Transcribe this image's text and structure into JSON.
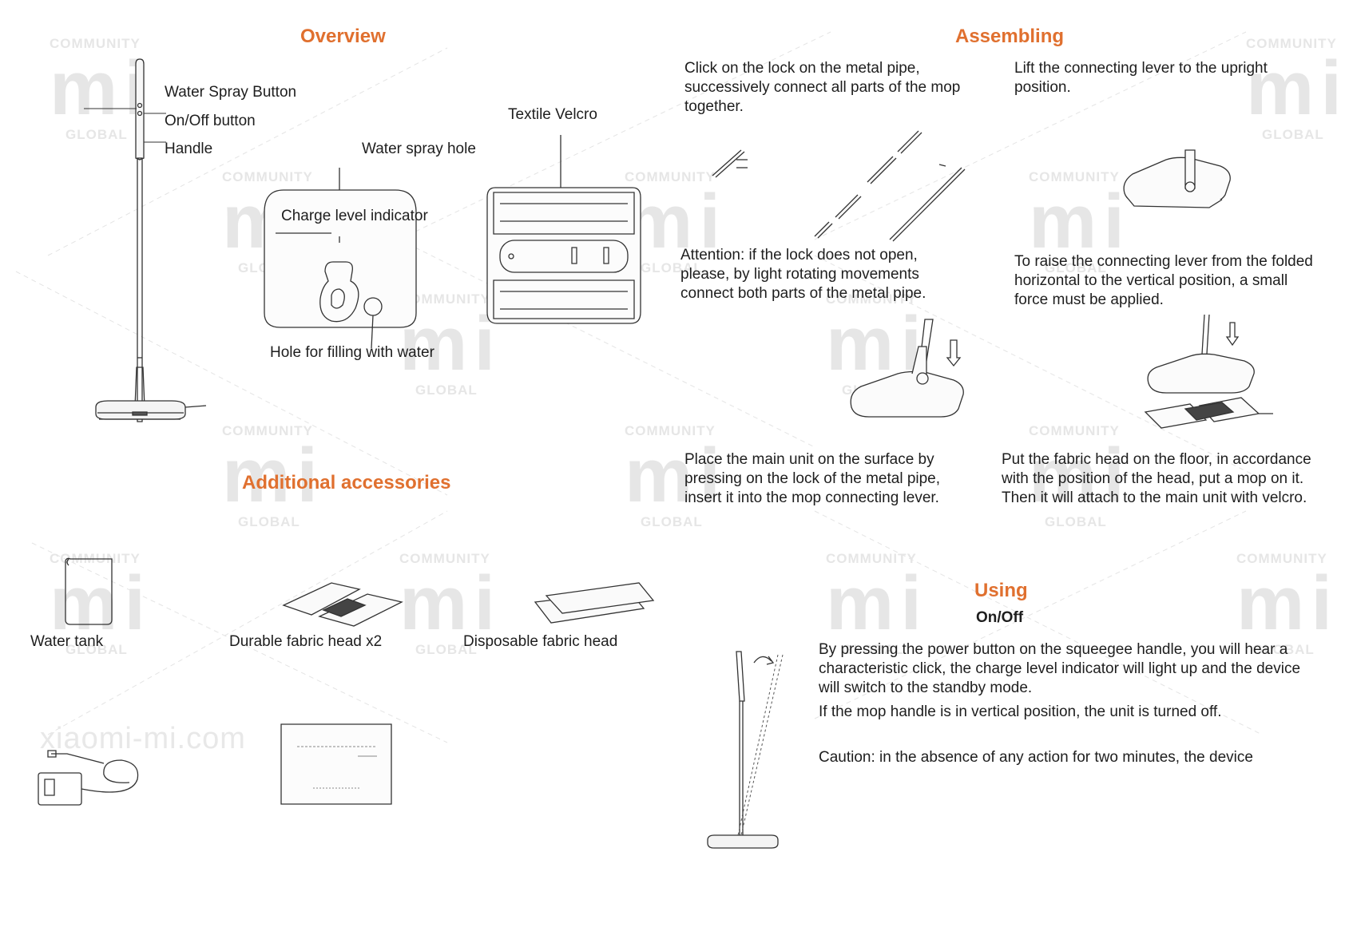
{
  "overview": {
    "heading": "Overview",
    "labels": {
      "water_spray_button": "Water Spray Button",
      "onoff_button": "On/Off button",
      "handle": "Handle",
      "textile_velcro": "Textile Velcro",
      "water_spray_hole": "Water spray hole",
      "charge_level_indicator": "Charge level indicator",
      "hole_filling": "Hole for filling with water"
    }
  },
  "accessories": {
    "heading": "Additional accessories",
    "items": [
      "Water tank",
      "Durable fabric head x2",
      "Disposable fabric head"
    ]
  },
  "assembling": {
    "heading": "Assembling",
    "step1": "Click on the lock on the metal pipe, successively connect all parts of the mop together.",
    "step2": "Lift the connecting lever to the upright position.",
    "attention": "Attention: if the lock does not open, please, by light rotating movements connect both parts of the metal pipe.",
    "raise": "To raise the connecting lever from the folded horizontal to the vertical position, a small force must be applied.",
    "place": "Place the main unit on the surface by pressing on the lock of the metal pipe, insert it into the mop connecting lever.",
    "fabric": "Put the fabric head on the floor, in accordance with the position of the head, put a mop on it. Then it will attach to the main unit with velcro."
  },
  "using": {
    "heading": "Using",
    "subheading": "On/Off",
    "p1": "By pressing the power button on the squeegee handle, you will hear a characteristic click, the charge level indicator will light up and the device will switch to the standby mode.",
    "p2": "If the mop handle is in vertical position, the unit is turned off.",
    "p3": "Caution: in the absence of any action for two minutes, the device"
  },
  "watermark": {
    "community": "COMMUNITY",
    "logo": "mi",
    "global": "GLOBAL",
    "site": "xiaomi-mi.com"
  },
  "colors": {
    "accent": "#e0702f",
    "text": "#1e1e1e",
    "watermark": "#e6e6e6"
  }
}
